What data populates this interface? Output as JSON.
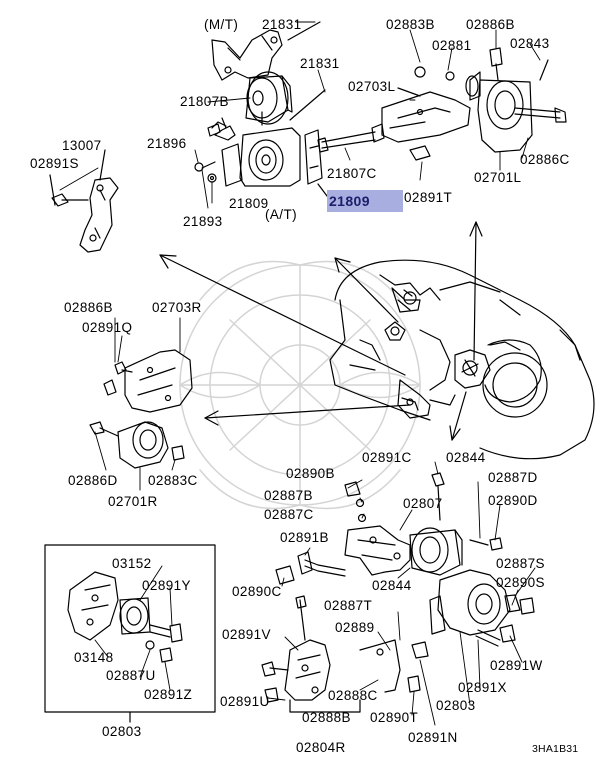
{
  "labels": {
    "l21831a": "21831",
    "mt": "(M/T)",
    "l21831b": "21831",
    "l21807b": "21807B",
    "l13007": "13007",
    "l02891s": "02891S",
    "l21896": "21896",
    "l21809b": "21809",
    "l21893": "21893",
    "at": "(A/T)",
    "l21809hl": "21809",
    "l21807c": "21807C",
    "l02883b": "02883B",
    "l02886b_top": "02886B",
    "l02881": "02881",
    "l02843": "02843",
    "l02703l": "02703L",
    "l02886c": "02886C",
    "l02701l": "02701L",
    "l02891t": "02891T",
    "l02886b_mid": "02886B",
    "l02703r": "02703R",
    "l02891q": "02891Q",
    "l02886d": "02886D",
    "l02883c": "02883C",
    "l02701r": "02701R",
    "l02890b": "02890B",
    "l02887b": "02887B",
    "l02887c": "02887C",
    "l02891c": "02891C",
    "l02844a": "02844",
    "l02807": "02807",
    "l02891b": "02891B",
    "l02887d": "02887D",
    "l02890d": "02890D",
    "l02890c": "02890C",
    "l02844b": "02844",
    "l02887s": "02887S",
    "l02890s": "02890S",
    "l03152": "03152",
    "l02891y": "02891Y",
    "l03148": "03148",
    "l02887u": "02887U",
    "l02891z": "02891Z",
    "l02803box": "02803",
    "l02887t": "02887T",
    "l02889": "02889",
    "l02891v": "02891V",
    "l02888c": "02888C",
    "l02891w": "02891W",
    "l02891x": "02891X",
    "l02803": "02803",
    "l02891u": "02891U",
    "l02888b": "02888B",
    "l02890t": "02890T",
    "l02891n": "02891N",
    "l02804r": "02804R",
    "ref": "3HA1B31"
  },
  "colors": {
    "ink": "#000000",
    "highlight_bg": "#a9aee0",
    "highlight_text": "#1b1f6b",
    "watermark": "#d4d4d4"
  }
}
